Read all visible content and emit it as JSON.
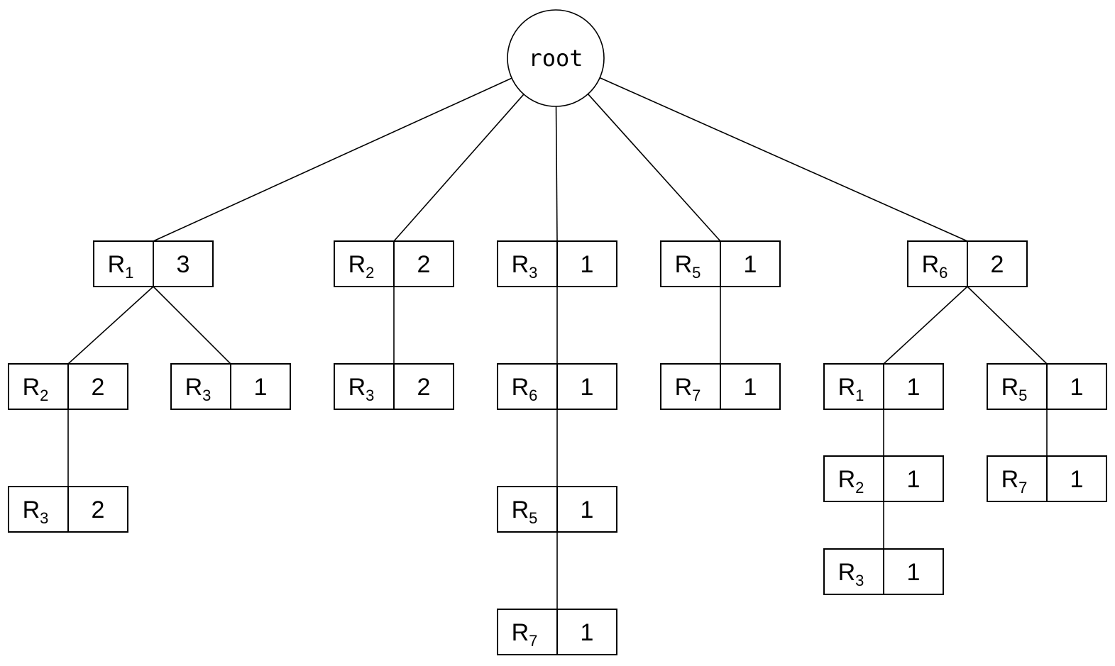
{
  "root": {
    "label": "root"
  },
  "nodes": [
    {
      "id": "n1",
      "parent": "root",
      "item": "R",
      "sub": "1",
      "count": "3"
    },
    {
      "id": "n2",
      "parent": "n1",
      "item": "R",
      "sub": "2",
      "count": "2"
    },
    {
      "id": "n3",
      "parent": "n2",
      "item": "R",
      "sub": "3",
      "count": "2"
    },
    {
      "id": "n4",
      "parent": "n1",
      "item": "R",
      "sub": "3",
      "count": "1"
    },
    {
      "id": "n5",
      "parent": "root",
      "item": "R",
      "sub": "2",
      "count": "2"
    },
    {
      "id": "n6",
      "parent": "n5",
      "item": "R",
      "sub": "3",
      "count": "2"
    },
    {
      "id": "n7",
      "parent": "root",
      "item": "R",
      "sub": "3",
      "count": "1"
    },
    {
      "id": "n8",
      "parent": "n7",
      "item": "R",
      "sub": "6",
      "count": "1"
    },
    {
      "id": "n9",
      "parent": "n8",
      "item": "R",
      "sub": "5",
      "count": "1"
    },
    {
      "id": "n10",
      "parent": "n9",
      "item": "R",
      "sub": "7",
      "count": "1"
    },
    {
      "id": "n11",
      "parent": "root",
      "item": "R",
      "sub": "5",
      "count": "1"
    },
    {
      "id": "n12",
      "parent": "n11",
      "item": "R",
      "sub": "7",
      "count": "1"
    },
    {
      "id": "n13",
      "parent": "root",
      "item": "R",
      "sub": "6",
      "count": "2"
    },
    {
      "id": "n14",
      "parent": "n13",
      "item": "R",
      "sub": "1",
      "count": "1"
    },
    {
      "id": "n15",
      "parent": "n14",
      "item": "R",
      "sub": "2",
      "count": "1"
    },
    {
      "id": "n16",
      "parent": "n15",
      "item": "R",
      "sub": "3",
      "count": "1"
    },
    {
      "id": "n17",
      "parent": "n13",
      "item": "R",
      "sub": "5",
      "count": "1"
    },
    {
      "id": "n18",
      "parent": "n17",
      "item": "R",
      "sub": "7",
      "count": "1"
    }
  ]
}
